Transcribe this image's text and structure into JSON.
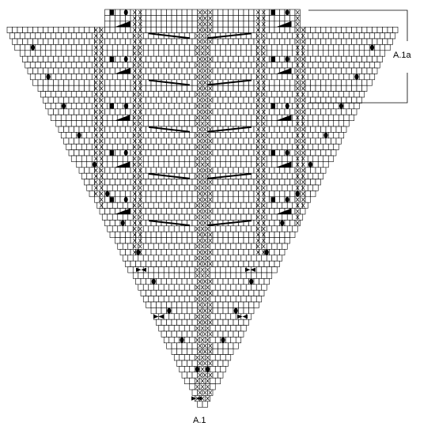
{
  "labels": {
    "chart_name": "A.1",
    "repeat_name": "A.1a"
  },
  "colors": {
    "grid_line": "#000000",
    "background": "#ffffff",
    "symbol": "#000000"
  },
  "symbols": {
    "x_stitch": "cross-stitch-symbol",
    "oval": "filled-oval-symbol",
    "square": "filled-square-symbol",
    "wedge": "decrease-wedge-symbol",
    "dash": "long-dash-symbol",
    "bowtie": "bowtie-symbol"
  }
}
